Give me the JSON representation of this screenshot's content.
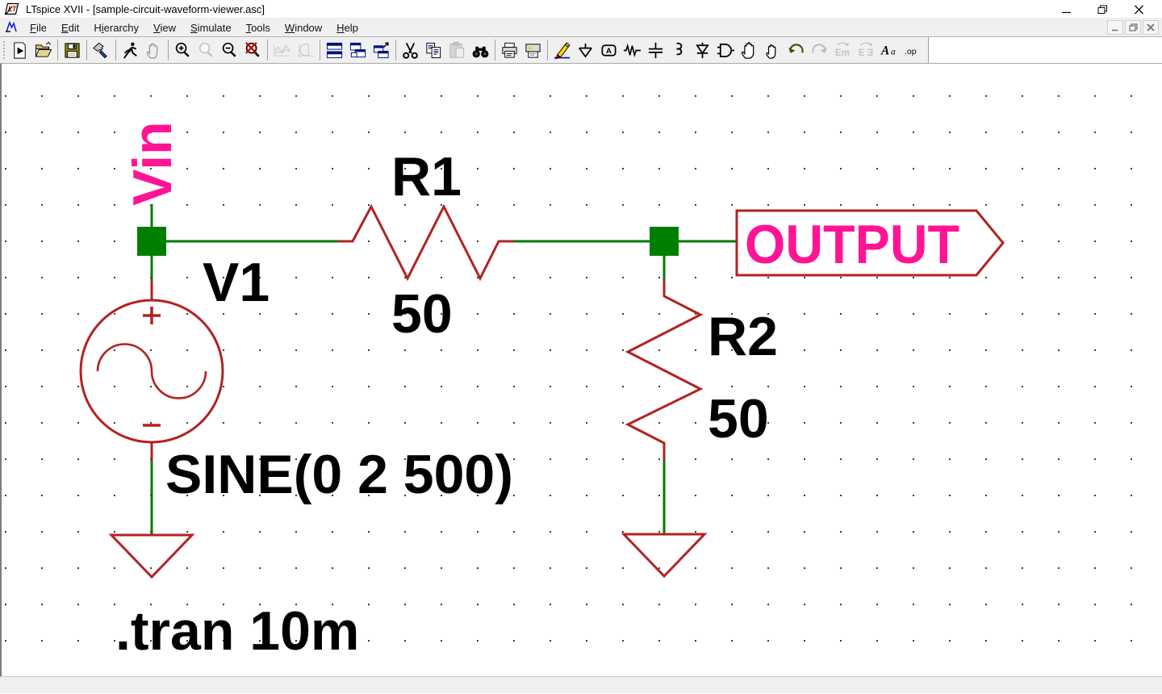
{
  "window": {
    "title": "LTspice XVII - [sample-circuit-waveform-viewer.asc]",
    "buttons": [
      "minimize",
      "restore",
      "close"
    ]
  },
  "menu_bar": {
    "items": [
      {
        "label": "File",
        "underline": 0
      },
      {
        "label": "Edit",
        "underline": 0
      },
      {
        "label": "Hierarchy",
        "underline": 1
      },
      {
        "label": "View",
        "underline": 0
      },
      {
        "label": "Simulate",
        "underline": 0
      },
      {
        "label": "Tools",
        "underline": 0
      },
      {
        "label": "Window",
        "underline": 0
      },
      {
        "label": "Help",
        "underline": 0
      }
    ],
    "child_buttons": [
      "minimize",
      "restore",
      "close"
    ]
  },
  "toolbar": {
    "groups": [
      [
        {
          "icon": "new-schematic"
        },
        {
          "icon": "open"
        }
      ],
      [
        {
          "icon": "save"
        }
      ],
      [
        {
          "icon": "control-panel"
        }
      ],
      [
        {
          "icon": "run"
        },
        {
          "icon": "halt",
          "disabled": true
        }
      ],
      [
        {
          "icon": "zoom-in"
        },
        {
          "icon": "zoom-back",
          "disabled": true
        },
        {
          "icon": "zoom-out"
        },
        {
          "icon": "zoom-full-extents"
        }
      ],
      [
        {
          "icon": "autorange-y",
          "disabled": true
        },
        {
          "icon": "plot-settings",
          "disabled": true
        }
      ],
      [
        {
          "icon": "tile-horizontal"
        },
        {
          "icon": "tile-vertical"
        },
        {
          "icon": "cascade-windows"
        }
      ],
      [
        {
          "icon": "cut"
        },
        {
          "icon": "copy"
        },
        {
          "icon": "paste",
          "disabled": true
        },
        {
          "icon": "find"
        }
      ],
      [
        {
          "icon": "print"
        },
        {
          "icon": "print-preview"
        }
      ],
      [
        {
          "icon": "wire"
        },
        {
          "icon": "ground"
        },
        {
          "icon": "label-net"
        },
        {
          "icon": "resistor"
        },
        {
          "icon": "capacitor"
        },
        {
          "icon": "inductor"
        },
        {
          "icon": "diode"
        },
        {
          "icon": "component"
        },
        {
          "icon": "move"
        },
        {
          "icon": "drag"
        },
        {
          "icon": "undo"
        },
        {
          "icon": "redo",
          "disabled": true
        },
        {
          "icon": "rotate",
          "disabled": true
        },
        {
          "icon": "mirror",
          "disabled": true
        },
        {
          "icon": "text"
        },
        {
          "icon": "spice-directive"
        }
      ]
    ]
  },
  "schematic": {
    "net_labels": {
      "vin": "Vin",
      "output": "OUTPUT"
    },
    "components": {
      "v1": {
        "name": "V1",
        "value": "SINE(0 2 500)"
      },
      "r1": {
        "name": "R1",
        "value": "50"
      },
      "r2": {
        "name": "R2",
        "value": "50"
      }
    },
    "directive": ".tran 10m",
    "colors": {
      "wire": "#007b00",
      "component": "#b22222",
      "net_label": "#ff1493",
      "text": "#000000"
    }
  },
  "status_bar": {
    "text": ""
  }
}
